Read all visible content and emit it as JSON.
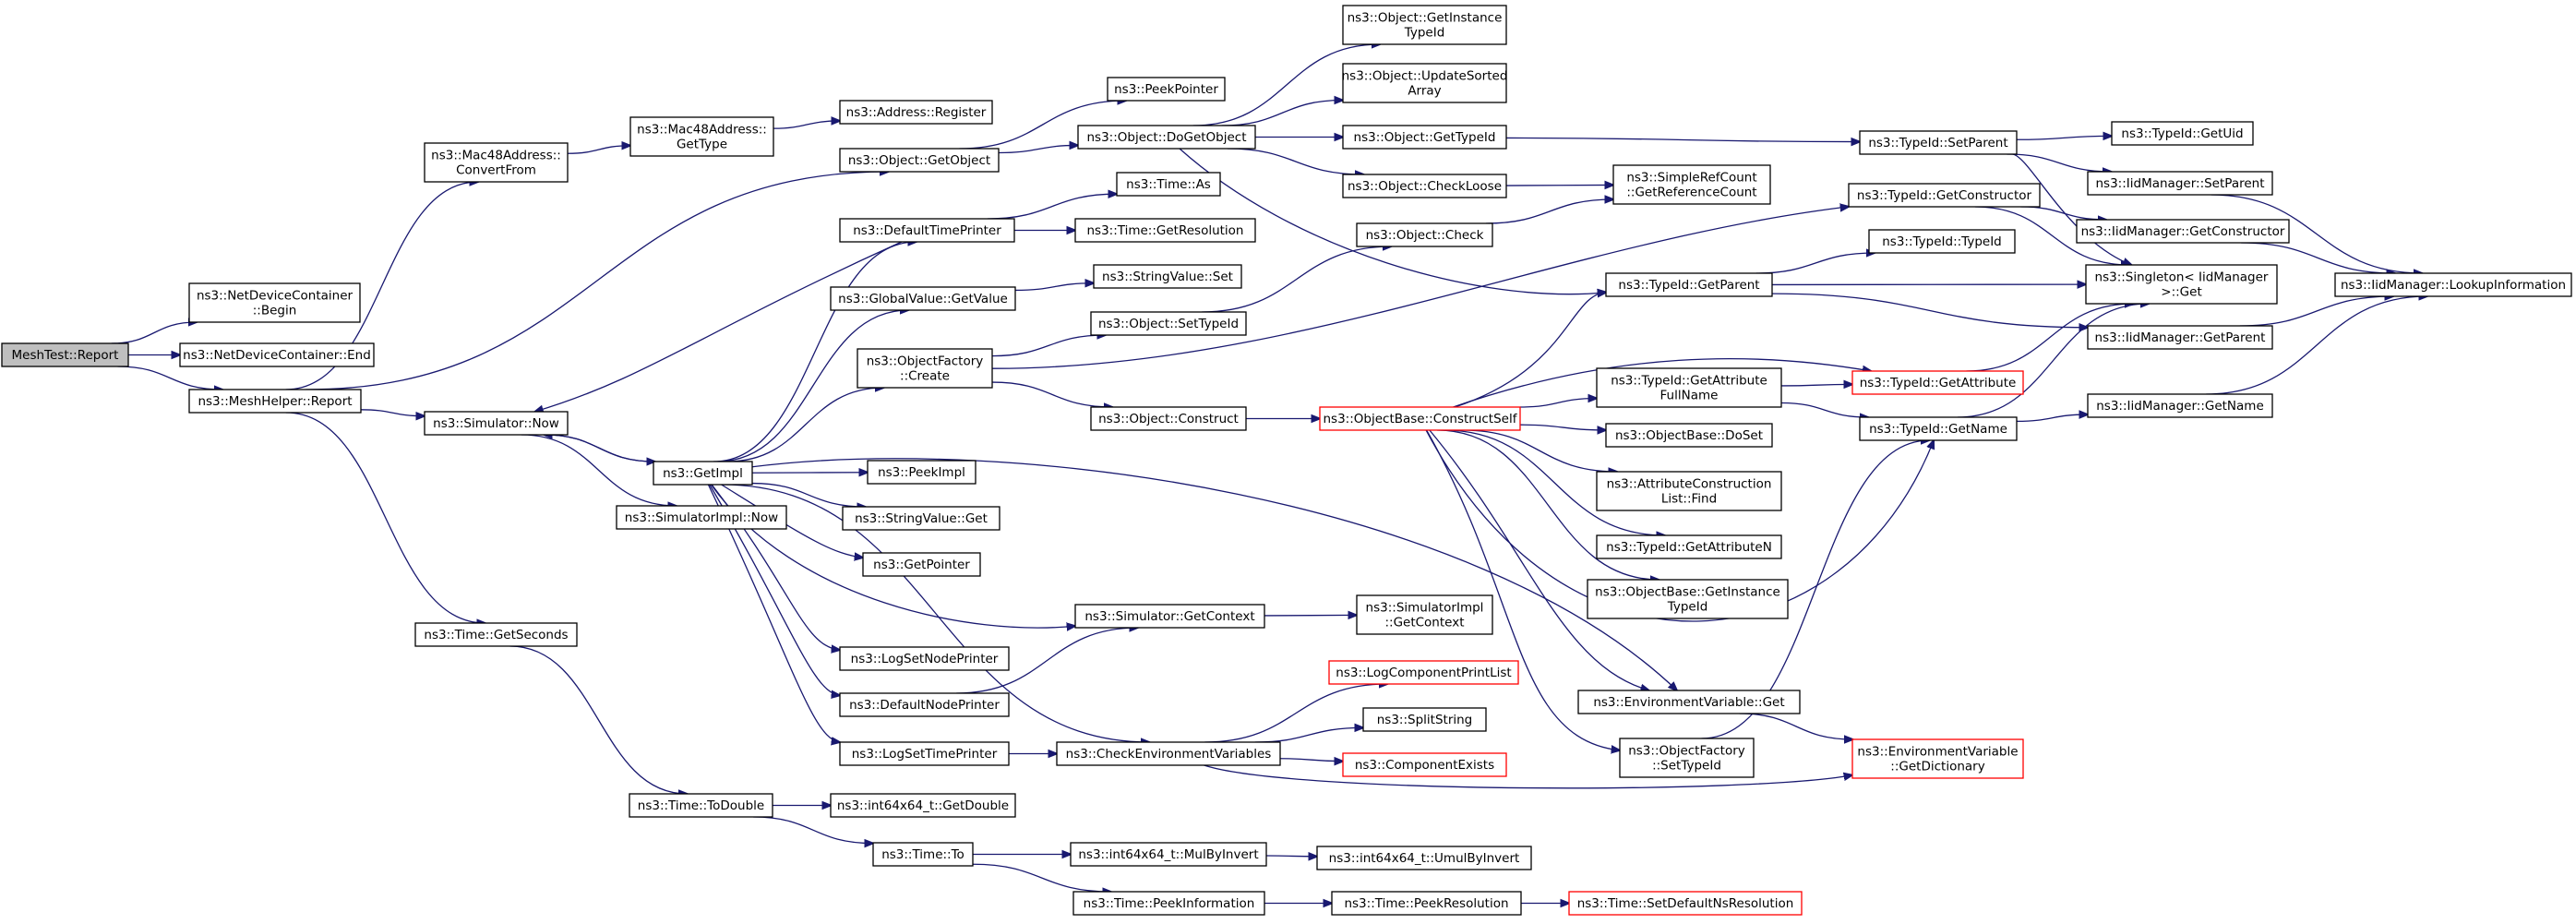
{
  "nodes": [
    {
      "id": "mesh_test_report",
      "lines": [
        "MeshTest::Report"
      ],
      "root": true
    },
    {
      "id": "netdevicecontainer_begin",
      "lines": [
        "ns3::NetDeviceContainer",
        "::Begin"
      ]
    },
    {
      "id": "netdevicecontainer_end",
      "lines": [
        "ns3::NetDeviceContainer::End"
      ]
    },
    {
      "id": "meshhelper_report",
      "lines": [
        "ns3::MeshHelper::Report"
      ]
    },
    {
      "id": "mac48_convertfrom",
      "lines": [
        "ns3::Mac48Address::",
        "ConvertFrom"
      ]
    },
    {
      "id": "simulator_now",
      "lines": [
        "ns3::Simulator::Now"
      ]
    },
    {
      "id": "time_getseconds",
      "lines": [
        "ns3::Time::GetSeconds"
      ]
    },
    {
      "id": "mac48_gettype",
      "lines": [
        "ns3::Mac48Address::",
        "GetType"
      ]
    },
    {
      "id": "address_register",
      "lines": [
        "ns3::Address::Register"
      ]
    },
    {
      "id": "object_getobject",
      "lines": [
        "ns3::Object::GetObject"
      ]
    },
    {
      "id": "getimpl",
      "lines": [
        "ns3::GetImpl"
      ]
    },
    {
      "id": "simulatorimpl_now",
      "lines": [
        "ns3::SimulatorImpl::Now"
      ]
    },
    {
      "id": "time_todouble",
      "lines": [
        "ns3::Time::ToDouble"
      ]
    },
    {
      "id": "peekpointer",
      "lines": [
        "ns3::PeekPointer"
      ]
    },
    {
      "id": "object_dogetobject",
      "lines": [
        "ns3::Object::DoGetObject"
      ]
    },
    {
      "id": "defaulttimeprinter",
      "lines": [
        "ns3::DefaultTimePrinter"
      ]
    },
    {
      "id": "globalvalue_getvalue",
      "lines": [
        "ns3::GlobalValue::GetValue"
      ]
    },
    {
      "id": "objectfactory_create",
      "lines": [
        "ns3::ObjectFactory",
        "::Create"
      ]
    },
    {
      "id": "peekimpl",
      "lines": [
        "ns3::PeekImpl"
      ]
    },
    {
      "id": "stringvalue_get",
      "lines": [
        "ns3::StringValue::Get"
      ]
    },
    {
      "id": "getpointer",
      "lines": [
        "ns3::GetPointer"
      ]
    },
    {
      "id": "logsetnodeprinter",
      "lines": [
        "ns3::LogSetNodePrinter"
      ]
    },
    {
      "id": "defaultnodeprinter",
      "lines": [
        "ns3::DefaultNodePrinter"
      ]
    },
    {
      "id": "logsettimeprinter",
      "lines": [
        "ns3::LogSetTimePrinter"
      ]
    },
    {
      "id": "int64_getdouble",
      "lines": [
        "ns3::int64x64_t::GetDouble"
      ]
    },
    {
      "id": "time_to",
      "lines": [
        "ns3::Time::To"
      ]
    },
    {
      "id": "object_getinstancetypeid",
      "lines": [
        "ns3::Object::GetInstance",
        "TypeId"
      ]
    },
    {
      "id": "object_updatesortedarray",
      "lines": [
        "ns3::Object::UpdateSorted",
        "Array"
      ]
    },
    {
      "id": "object_gettypeid",
      "lines": [
        "ns3::Object::GetTypeId"
      ]
    },
    {
      "id": "object_checkloose",
      "lines": [
        "ns3::Object::CheckLoose"
      ]
    },
    {
      "id": "time_as",
      "lines": [
        "ns3::Time::As"
      ]
    },
    {
      "id": "time_getresolution",
      "lines": [
        "ns3::Time::GetResolution"
      ]
    },
    {
      "id": "object_check",
      "lines": [
        "ns3::Object::Check"
      ]
    },
    {
      "id": "stringvalue_set",
      "lines": [
        "ns3::StringValue::Set"
      ]
    },
    {
      "id": "object_settypeid",
      "lines": [
        "ns3::Object::SetTypeId"
      ]
    },
    {
      "id": "object_construct",
      "lines": [
        "ns3::Object::Construct"
      ]
    },
    {
      "id": "simulator_getcontext",
      "lines": [
        "ns3::Simulator::GetContext"
      ]
    },
    {
      "id": "checkenvvars",
      "lines": [
        "ns3::CheckEnvironmentVariables"
      ]
    },
    {
      "id": "int64_mulbyinvert",
      "lines": [
        "ns3::int64x64_t::MulByInvert"
      ]
    },
    {
      "id": "time_peekinformation",
      "lines": [
        "ns3::Time::PeekInformation"
      ]
    },
    {
      "id": "simplerefcount_getref",
      "lines": [
        "ns3::SimpleRefCount",
        "::GetReferenceCount"
      ]
    },
    {
      "id": "objectbase_constructself",
      "lines": [
        "ns3::ObjectBase::ConstructSelf"
      ],
      "red": true
    },
    {
      "id": "simulatorimpl_getcontext",
      "lines": [
        "ns3::SimulatorImpl",
        "::GetContext"
      ]
    },
    {
      "id": "logcomponentprintlist",
      "lines": [
        "ns3::LogComponentPrintList"
      ],
      "red": true
    },
    {
      "id": "splitstring",
      "lines": [
        "ns3::SplitString"
      ]
    },
    {
      "id": "componentexists",
      "lines": [
        "ns3::ComponentExists"
      ],
      "red": true
    },
    {
      "id": "int64_umulbyinvert",
      "lines": [
        "ns3::int64x64_t::UmulByInvert"
      ]
    },
    {
      "id": "time_peekresolution",
      "lines": [
        "ns3::Time::PeekResolution"
      ]
    },
    {
      "id": "typeid_getparent",
      "lines": [
        "ns3::TypeId::GetParent"
      ]
    },
    {
      "id": "typeid_getattributefullname",
      "lines": [
        "ns3::TypeId::GetAttribute",
        "FullName"
      ]
    },
    {
      "id": "objectbase_doset",
      "lines": [
        "ns3::ObjectBase::DoSet"
      ]
    },
    {
      "id": "attributeconstructionlist_find",
      "lines": [
        "ns3::AttributeConstruction",
        "List::Find"
      ]
    },
    {
      "id": "typeid_getattributen",
      "lines": [
        "ns3::TypeId::GetAttributeN"
      ]
    },
    {
      "id": "objectbase_getinstancetypeid",
      "lines": [
        "ns3::ObjectBase::GetInstance",
        "TypeId"
      ]
    },
    {
      "id": "envvar_get",
      "lines": [
        "ns3::EnvironmentVariable::Get"
      ]
    },
    {
      "id": "objectfactory_settypeid",
      "lines": [
        "ns3::ObjectFactory",
        "::SetTypeId"
      ]
    },
    {
      "id": "time_setdefaultnsresolution",
      "lines": [
        "ns3::Time::SetDefaultNsResolution"
      ],
      "red": true
    },
    {
      "id": "typeid_setparent",
      "lines": [
        "ns3::TypeId::SetParent"
      ]
    },
    {
      "id": "typeid_getconstructor",
      "lines": [
        "ns3::TypeId::GetConstructor"
      ]
    },
    {
      "id": "typeid_typeid",
      "lines": [
        "ns3::TypeId::TypeId"
      ]
    },
    {
      "id": "typeid_getattribute",
      "lines": [
        "ns3::TypeId::GetAttribute"
      ],
      "red": true
    },
    {
      "id": "typeid_getname",
      "lines": [
        "ns3::TypeId::GetName"
      ]
    },
    {
      "id": "envvar_getdictionary",
      "lines": [
        "ns3::EnvironmentVariable",
        "::GetDictionary"
      ],
      "red": true
    },
    {
      "id": "typeid_getuid",
      "lines": [
        "ns3::TypeId::GetUid"
      ]
    },
    {
      "id": "iidmanager_setparent",
      "lines": [
        "ns3::IidManager::SetParent"
      ]
    },
    {
      "id": "iidmanager_getconstructor",
      "lines": [
        "ns3::IidManager::GetConstructor"
      ]
    },
    {
      "id": "singleton_iidmanager_get",
      "lines": [
        "ns3::Singleton< IidManager",
        " >::Get"
      ]
    },
    {
      "id": "iidmanager_getparent",
      "lines": [
        "ns3::IidManager::GetParent"
      ]
    },
    {
      "id": "iidmanager_getname",
      "lines": [
        "ns3::IidManager::GetName"
      ]
    },
    {
      "id": "iidmanager_lookupinformation",
      "lines": [
        "ns3::IidManager::LookupInformation"
      ]
    }
  ],
  "edges": [
    [
      "mesh_test_report",
      "netdevicecontainer_begin"
    ],
    [
      "mesh_test_report",
      "netdevicecontainer_end"
    ],
    [
      "mesh_test_report",
      "meshhelper_report"
    ],
    [
      "meshhelper_report",
      "mac48_convertfrom"
    ],
    [
      "meshhelper_report",
      "object_getobject"
    ],
    [
      "meshhelper_report",
      "simulator_now"
    ],
    [
      "meshhelper_report",
      "time_getseconds"
    ],
    [
      "mac48_convertfrom",
      "mac48_gettype"
    ],
    [
      "mac48_gettype",
      "address_register"
    ],
    [
      "object_getobject",
      "peekpointer"
    ],
    [
      "object_getobject",
      "object_dogetobject"
    ],
    [
      "object_dogetobject",
      "object_getinstancetypeid"
    ],
    [
      "object_dogetobject",
      "object_updatesortedarray"
    ],
    [
      "object_dogetobject",
      "object_gettypeid"
    ],
    [
      "object_dogetobject",
      "object_checkloose"
    ],
    [
      "object_dogetobject",
      "typeid_getparent"
    ],
    [
      "object_gettypeid",
      "typeid_setparent"
    ],
    [
      "object_checkloose",
      "simplerefcount_getref"
    ],
    [
      "object_check",
      "simplerefcount_getref"
    ],
    [
      "simulator_now",
      "getimpl"
    ],
    [
      "simulator_now",
      "simulatorimpl_now"
    ],
    [
      "getimpl",
      "defaulttimeprinter"
    ],
    [
      "getimpl",
      "globalvalue_getvalue"
    ],
    [
      "getimpl",
      "objectfactory_create"
    ],
    [
      "getimpl",
      "peekimpl"
    ],
    [
      "getimpl",
      "stringvalue_get"
    ],
    [
      "getimpl",
      "getpointer"
    ],
    [
      "getimpl",
      "simulator_getcontext"
    ],
    [
      "getimpl",
      "logsetnodeprinter"
    ],
    [
      "getimpl",
      "defaultnodeprinter"
    ],
    [
      "getimpl",
      "logsettimeprinter"
    ],
    [
      "getimpl",
      "checkenvvars"
    ],
    [
      "getimpl",
      "simulator_now"
    ],
    [
      "getimpl",
      "envvar_get"
    ],
    [
      "defaulttimeprinter",
      "time_as"
    ],
    [
      "defaulttimeprinter",
      "time_getresolution"
    ],
    [
      "defaulttimeprinter",
      "simulator_now"
    ],
    [
      "globalvalue_getvalue",
      "stringvalue_set"
    ],
    [
      "objectfactory_create",
      "object_settypeid"
    ],
    [
      "objectfactory_create",
      "object_construct"
    ],
    [
      "objectfactory_create",
      "typeid_getconstructor"
    ],
    [
      "object_settypeid",
      "object_check"
    ],
    [
      "object_construct",
      "objectbase_constructself"
    ],
    [
      "objectbase_constructself",
      "typeid_getparent"
    ],
    [
      "objectbase_constructself",
      "typeid_getattribute"
    ],
    [
      "objectbase_constructself",
      "typeid_getattributefullname"
    ],
    [
      "objectbase_constructself",
      "objectbase_doset"
    ],
    [
      "objectbase_constructself",
      "attributeconstructionlist_find"
    ],
    [
      "objectbase_constructself",
      "typeid_getattributen"
    ],
    [
      "objectbase_constructself",
      "objectbase_getinstancetypeid"
    ],
    [
      "objectbase_constructself",
      "typeid_getname"
    ],
    [
      "objectbase_constructself",
      "envvar_get"
    ],
    [
      "objectbase_constructself",
      "objectfactory_settypeid"
    ],
    [
      "simulator_getcontext",
      "simulatorimpl_getcontext"
    ],
    [
      "defaultnodeprinter",
      "simulator_getcontext"
    ],
    [
      "logsettimeprinter",
      "checkenvvars"
    ],
    [
      "checkenvvars",
      "logcomponentprintlist"
    ],
    [
      "checkenvvars",
      "splitstring"
    ],
    [
      "checkenvvars",
      "componentexists"
    ],
    [
      "checkenvvars",
      "envvar_getdictionary"
    ],
    [
      "time_getseconds",
      "time_todouble"
    ],
    [
      "time_todouble",
      "int64_getdouble"
    ],
    [
      "time_todouble",
      "time_to"
    ],
    [
      "time_to",
      "int64_mulbyinvert"
    ],
    [
      "time_to",
      "time_peekinformation"
    ],
    [
      "int64_mulbyinvert",
      "int64_umulbyinvert"
    ],
    [
      "time_peekinformation",
      "time_peekresolution"
    ],
    [
      "time_peekresolution",
      "time_setdefaultnsresolution"
    ],
    [
      "typeid_getparent",
      "typeid_typeid"
    ],
    [
      "typeid_getparent",
      "singleton_iidmanager_get"
    ],
    [
      "typeid_getparent",
      "iidmanager_getparent"
    ],
    [
      "typeid_setparent",
      "typeid_getuid"
    ],
    [
      "typeid_setparent",
      "iidmanager_setparent"
    ],
    [
      "typeid_setparent",
      "singleton_iidmanager_get"
    ],
    [
      "typeid_getconstructor",
      "iidmanager_getconstructor"
    ],
    [
      "typeid_getconstructor",
      "singleton_iidmanager_get"
    ],
    [
      "typeid_getattributefullname",
      "typeid_getattribute"
    ],
    [
      "typeid_getattributefullname",
      "typeid_getname"
    ],
    [
      "typeid_getattribute",
      "singleton_iidmanager_get"
    ],
    [
      "typeid_getname",
      "singleton_iidmanager_get"
    ],
    [
      "typeid_getname",
      "iidmanager_getname"
    ],
    [
      "envvar_get",
      "envvar_getdictionary"
    ],
    [
      "objectfactory_settypeid",
      "typeid_getname"
    ],
    [
      "iidmanager_setparent",
      "iidmanager_lookupinformation"
    ],
    [
      "iidmanager_getconstructor",
      "iidmanager_lookupinformation"
    ],
    [
      "iidmanager_getparent",
      "iidmanager_lookupinformation"
    ],
    [
      "iidmanager_getname",
      "iidmanager_lookupinformation"
    ]
  ]
}
